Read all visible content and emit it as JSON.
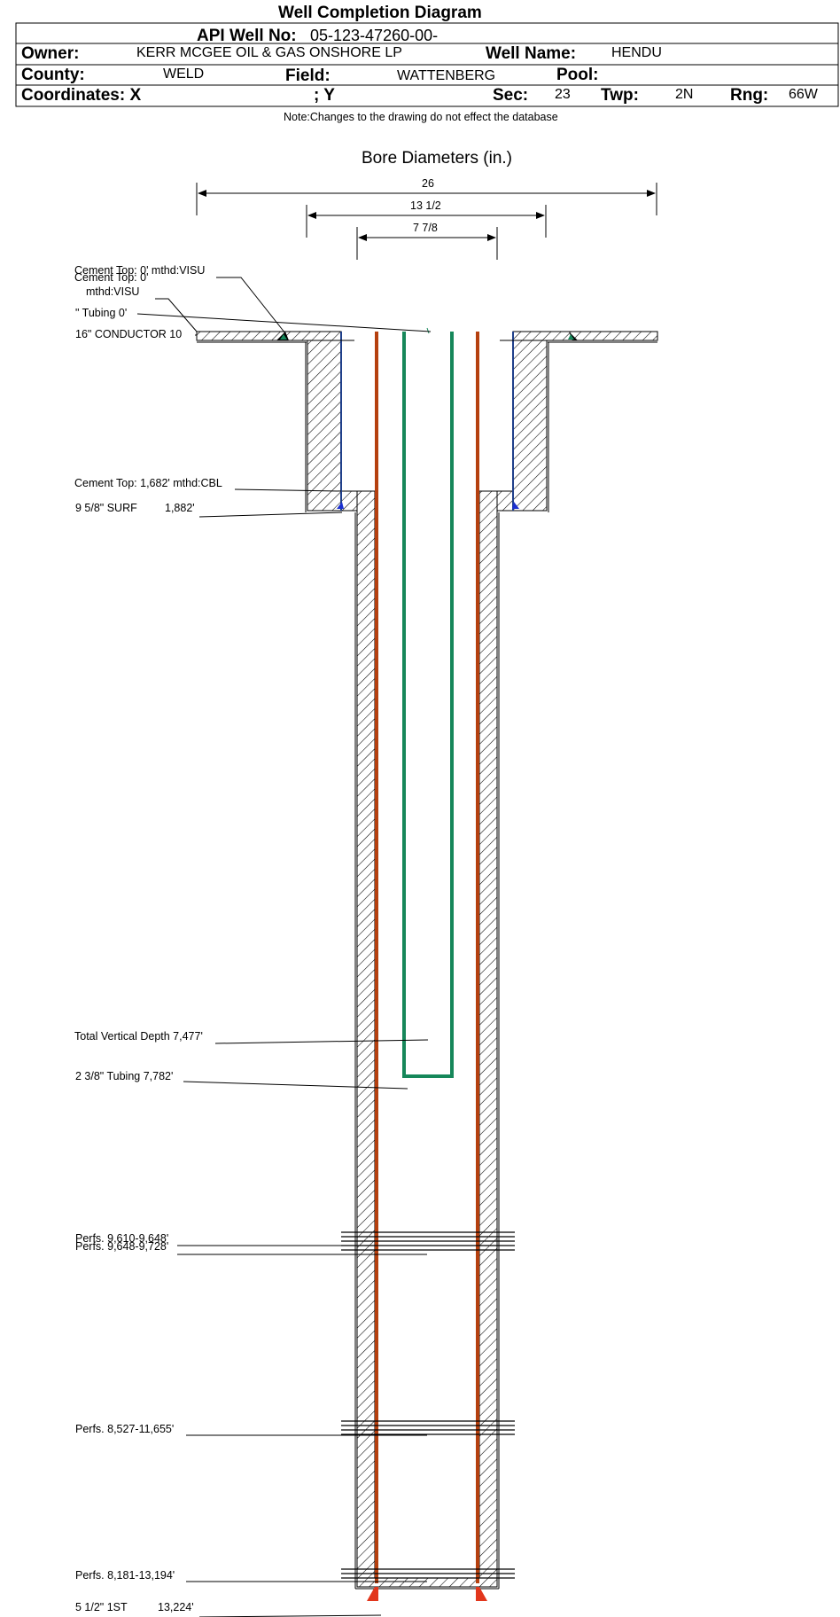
{
  "header": {
    "title": "Well Completion Diagram",
    "api_label": "API Well No:",
    "api_value": "05-123-47260-00-",
    "owner_label": "Owner:",
    "owner_value": "KERR MCGEE OIL & GAS ONSHORE LP",
    "well_name_label": "Well Name:",
    "well_name_value": "HENDU",
    "county_label": "County:",
    "county_value": "WELD",
    "field_label": "Field:",
    "field_value": "WATTENBERG",
    "pool_label": "Pool:",
    "pool_value": "",
    "coords_label": "Coordinates: X",
    "y_label": "; Y",
    "sec_label": "Sec:",
    "sec_value": "23",
    "twp_label": "Twp:",
    "twp_value": "2N",
    "rng_label": "Rng:",
    "rng_value": "66W",
    "note": "Note:Changes to the drawing do not effect the database"
  },
  "bore": {
    "title": "Bore Diameters (in.)",
    "diameters": [
      "26",
      "13 1/2",
      "7 7/8"
    ]
  },
  "annotations": {
    "cement_top_1a": "Cement Top: 0' mthd:VISU",
    "cement_top_1b": "Cement Top: 0'",
    "cement_top_1c": "mthd:VISU",
    "tubing_top": "\" Tubing 0'",
    "conductor": "16\" CONDUCTOR  10",
    "cement_top_2": "Cement Top: 1,682' mthd:CBL",
    "surf_casing_name": "9 5/8\" SURF",
    "surf_casing_depth": "1,882'",
    "tvd": "Total Vertical Depth 7,477'",
    "tubing_bottom": "2 3/8\" Tubing 7,782'",
    "perfs_1": "Perfs. 9,610-9,648'",
    "perfs_2": "Perfs. 9,648-9,728'",
    "perfs_3": "Perfs. 8,527-11,655'",
    "perfs_4": "Perfs. 8,181-13,194'",
    "prod_casing_name": "5 1/2\" 1ST",
    "prod_casing_depth": "13,224'"
  },
  "colors": {
    "production_casing": "#b5400f",
    "tubing": "#16875a",
    "surface_casing": "#1f3f8a",
    "shoe": "#e2361c"
  }
}
